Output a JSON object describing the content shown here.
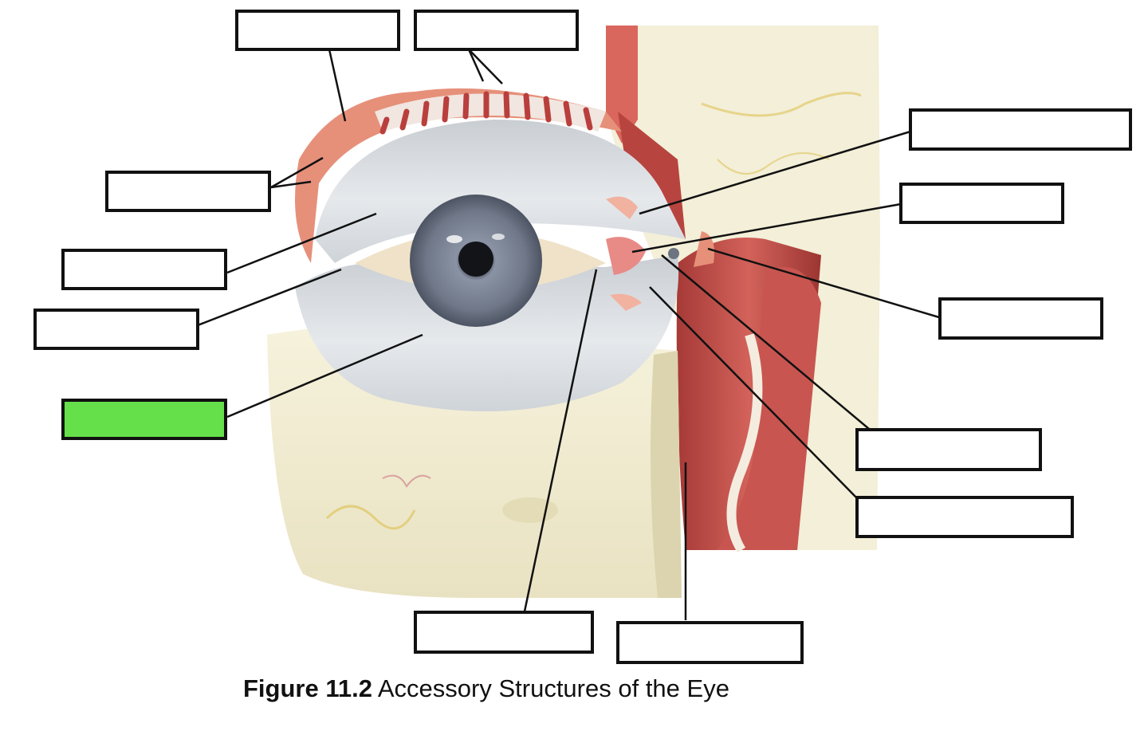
{
  "figure": {
    "caption_number": "Figure 11.2",
    "caption_text": "Accessory Structures of the Eye"
  },
  "label_boxes": [
    {
      "id": "box-top-left",
      "filled": false
    },
    {
      "id": "box-top-center",
      "filled": false
    },
    {
      "id": "box-right-top",
      "filled": false
    },
    {
      "id": "box-right-2",
      "filled": false
    },
    {
      "id": "box-left-1",
      "filled": false
    },
    {
      "id": "box-left-2",
      "filled": false
    },
    {
      "id": "box-left-3",
      "filled": false
    },
    {
      "id": "box-left-highlighted",
      "filled": true
    },
    {
      "id": "box-right-3",
      "filled": false
    },
    {
      "id": "box-right-4",
      "filled": false
    },
    {
      "id": "box-right-5",
      "filled": false
    },
    {
      "id": "box-bottom-1",
      "filled": false
    },
    {
      "id": "box-bottom-2",
      "filled": false
    }
  ],
  "colors": {
    "highlight": "#66e04a",
    "box_border": "#111111",
    "eyelid": "#dde1e4",
    "model_base": "#f1ecd2",
    "tissue": "#c9544f",
    "iris": "#7d8594"
  }
}
